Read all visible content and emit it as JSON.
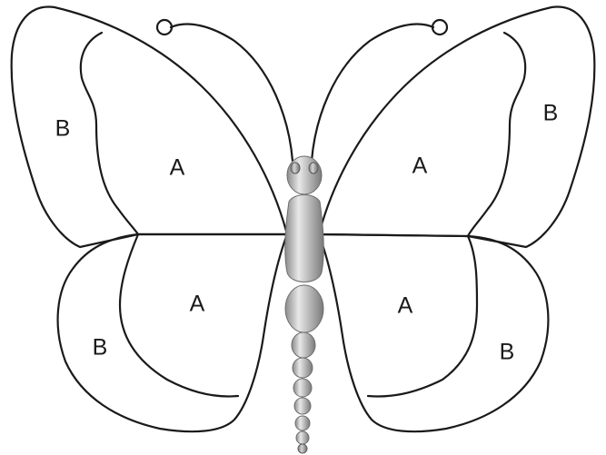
{
  "diagram": {
    "labels": {
      "upper_left_inner": "A",
      "upper_left_outer": "B",
      "upper_right_inner": "A",
      "upper_right_outer": "B",
      "lower_left_inner": "A",
      "lower_left_outer": "B",
      "lower_right_inner": "A",
      "lower_right_outer": "B"
    },
    "colors": {
      "outline": "#1a1a1a",
      "body_silver_light": "#e6e6e6",
      "body_silver_dark": "#8c8c8c",
      "background": "#ffffff"
    }
  }
}
